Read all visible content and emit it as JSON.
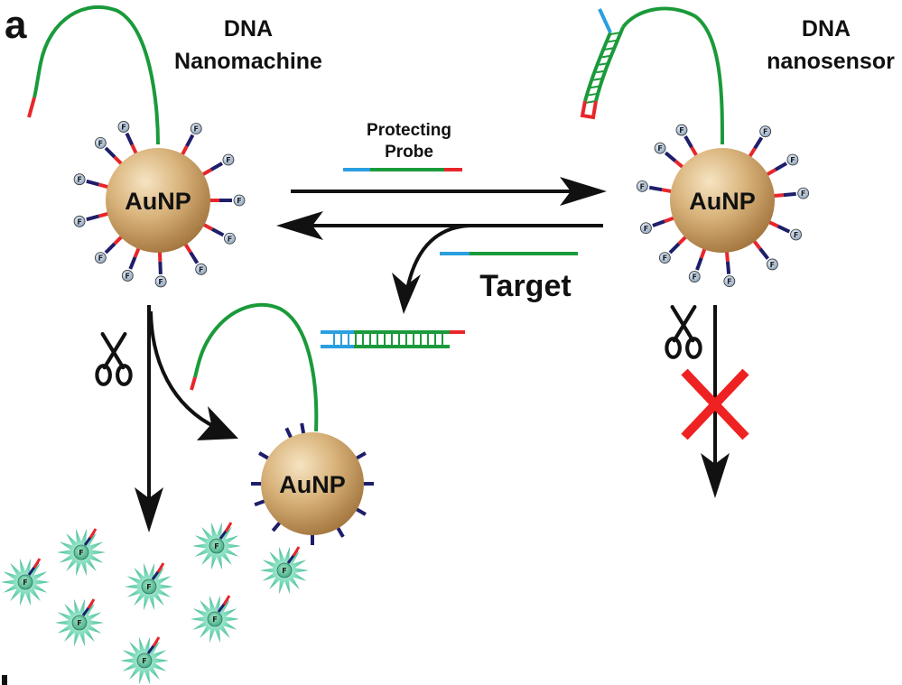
{
  "panel_label": "a",
  "nanomachine": {
    "title_line1": "DNA",
    "title_line2": "Nanomachine",
    "particle_label": "AuNP"
  },
  "nanosensor": {
    "title_line1": "DNA",
    "title_line2": "nanosensor",
    "particle_label": "AuNP"
  },
  "protecting_probe": {
    "line1": "Protecting",
    "line2": "Probe"
  },
  "target": {
    "label": "Target"
  },
  "product_particle": {
    "label": "AuNP"
  },
  "fluorophore_letter": "F",
  "colors": {
    "dna_strand": "#1a9a3a",
    "cleavage_site": "#e8262a",
    "toehold": "#2a9fe0",
    "gold": "#c8a060",
    "arrow": "#111111",
    "block_cross": "#ee2222",
    "linker_dark": "#1e1e6a",
    "released_star": "#3fbf9a"
  },
  "icons": [
    "scissors-icon",
    "scissors-icon",
    "red-x-icon"
  ]
}
